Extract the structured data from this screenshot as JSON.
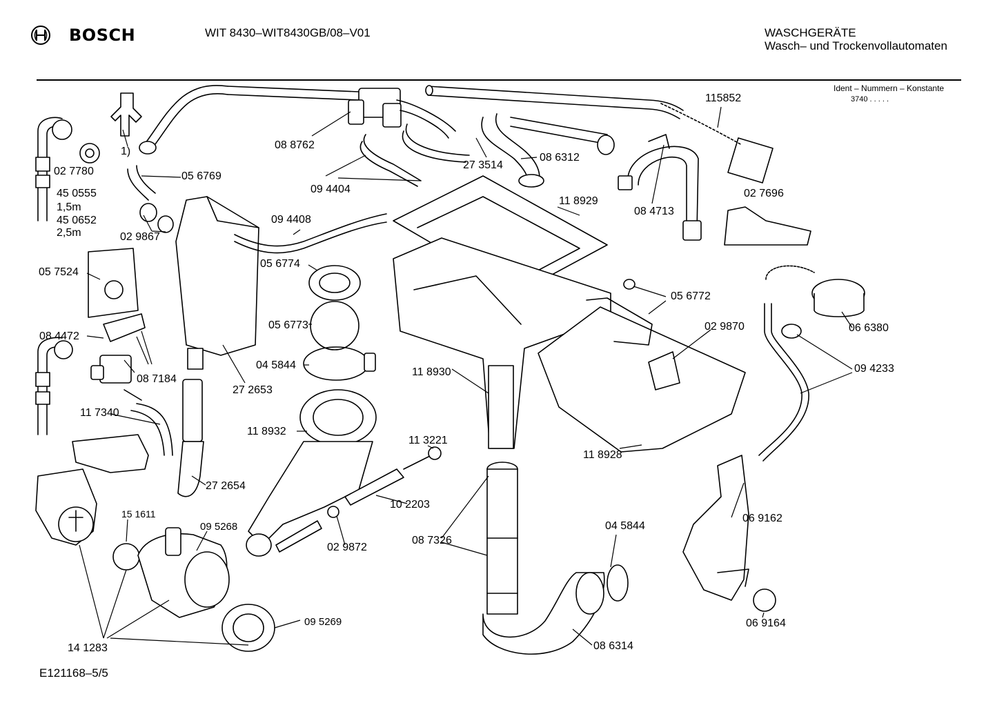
{
  "header": {
    "brand": "BOSCH",
    "model": "WIT 8430–WIT8430GB/08–V01",
    "category_line1": "WASCHGERÄTE",
    "category_line2": "Wasch– und Trockenvollautomaten",
    "ident_title": "Ident – Nummern – Konstante",
    "ident_value": "3740 . . . . ."
  },
  "footer": {
    "code": "E121168–5/5"
  },
  "labels": {
    "p027780": "02 7780",
    "p450555": "45 0555",
    "len1": "1,5m",
    "p450652": "45 0652",
    "len2": "2,5m",
    "fn1": "1)",
    "p056769": "05 6769",
    "p029867": "02 9867",
    "p088762": "08 8762",
    "p094404": "09 4404",
    "p273514": "27 3514",
    "p086312": "08 6312",
    "p115852": "115852",
    "p084713": "08 4713",
    "p027696": "02 7696",
    "p118929": "11 8929",
    "p094408": "09 4408",
    "p057524": "05 7524",
    "p056774": "05 6774",
    "p056773": "05 6773",
    "p045844a": "04 5844",
    "p056772": "05 6772",
    "p029870": "02 9870",
    "p066380": "06 6380",
    "p094233": "09 4233",
    "p084472": "08 4472",
    "p087184": "08 7184",
    "p272653": "27 2653",
    "p118930": "11 8930",
    "p117340": "11 7340",
    "p118932": "11 8932",
    "p113221": "11 3221",
    "p118928": "11 8928",
    "p272654": "27 2654",
    "p102203": "10 2203",
    "p151611": "15 1611",
    "p095268": "09 5268",
    "p029872": "02 9872",
    "p087326": "08 7326",
    "p045844b": "04 5844",
    "p069162": "06 9162",
    "p095269": "09 5269",
    "p086314": "08 6314",
    "p069164": "06 9164",
    "p141283": "14 1283"
  }
}
